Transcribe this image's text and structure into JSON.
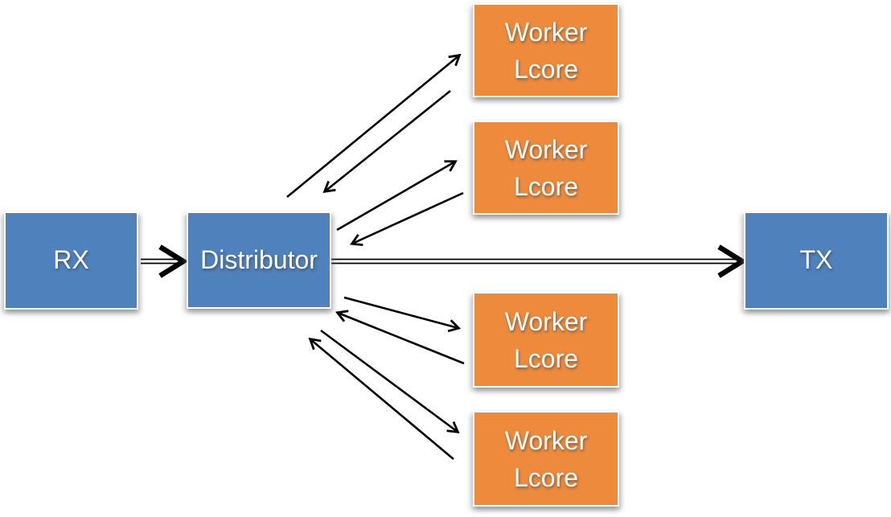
{
  "colors": {
    "node_blue": "#4F81BD",
    "node_orange": "#EE8A3C",
    "arrow_black": "#000000",
    "text_white": "#FFFFFF"
  },
  "nodes": {
    "rx": {
      "label": "RX"
    },
    "distributor": {
      "label": "Distributor"
    },
    "tx": {
      "label": "TX"
    },
    "workers": [
      {
        "line1": "Worker",
        "line2": "Lcore"
      },
      {
        "line1": "Worker",
        "line2": "Lcore"
      },
      {
        "line1": "Worker",
        "line2": "Lcore"
      },
      {
        "line1": "Worker",
        "line2": "Lcore"
      }
    ]
  },
  "edges": [
    {
      "from": "rx",
      "to": "distributor",
      "style": "double-line-arrow"
    },
    {
      "from": "distributor",
      "to": "tx",
      "style": "double-line-arrow"
    },
    {
      "from": "distributor",
      "to": "worker-1",
      "style": "single-line-arrow"
    },
    {
      "from": "worker-1",
      "to": "distributor",
      "style": "single-line-arrow"
    },
    {
      "from": "distributor",
      "to": "worker-2",
      "style": "single-line-arrow"
    },
    {
      "from": "worker-2",
      "to": "distributor",
      "style": "single-line-arrow"
    },
    {
      "from": "distributor",
      "to": "worker-3",
      "style": "single-line-arrow"
    },
    {
      "from": "worker-3",
      "to": "distributor",
      "style": "single-line-arrow"
    },
    {
      "from": "distributor",
      "to": "worker-4",
      "style": "single-line-arrow"
    },
    {
      "from": "worker-4",
      "to": "distributor",
      "style": "single-line-arrow"
    }
  ]
}
